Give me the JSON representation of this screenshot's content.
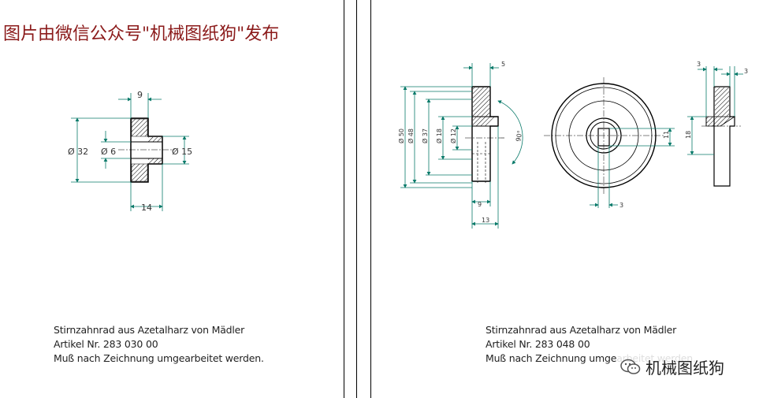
{
  "banner": {
    "text": "图片由微信公众号\"机械图纸狗\"发布"
  },
  "left_drawing": {
    "dims": {
      "width_top": "9",
      "dia_outer": "Ø 32",
      "dia_bore": "Ø 6",
      "dia_hub": "Ø 15",
      "width_bottom": "14"
    },
    "note": {
      "line1": "Stirnzahnrad aus Azetalharz von Mädler",
      "line2": "Artikel Nr. 283 030 00",
      "line3": "Muß nach Zeichnung umgearbeitet werden."
    }
  },
  "right_drawing": {
    "dims": {
      "top_width": "5",
      "dia_50": "Ø 50",
      "dia_48": "Ø 48",
      "dia_37": "Ø 37",
      "dia_18": "Ø 18",
      "dia_12": "Ø 12",
      "angle": "90°",
      "bottom_9": "9",
      "bottom_13": "13",
      "front_key": "11",
      "front_slot": "3",
      "side_top_a": "3",
      "side_top_b": "3",
      "side_18": "18"
    },
    "note": {
      "line1": "Stirnzahnrad aus Azetalharz von Mädler",
      "line2": "Artikel Nr. 283 048 00",
      "line3": "Muß nach Zeichnung umgearbeitet werden."
    }
  },
  "watermark": {
    "text": "机械图纸狗",
    "icon": "wechat-icon"
  },
  "colors": {
    "banner": "#8b1a1a",
    "dimension": "#0a7a6a",
    "outline": "#000000"
  }
}
